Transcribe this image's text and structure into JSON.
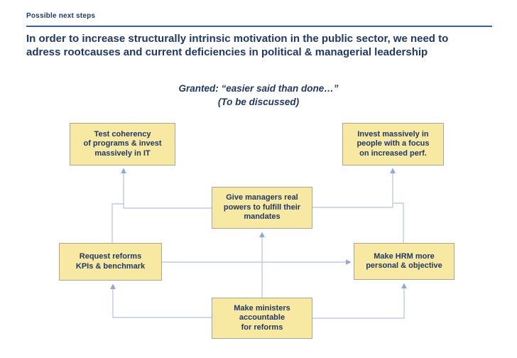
{
  "header": {
    "eyebrow": "Possible next steps"
  },
  "title": {
    "lines": [
      "In order to increase structurally intrinsic motivation in the public sector, we need to",
      "adress rootcauses and current deficiencies in political & managerial leadership"
    ]
  },
  "subtitle": {
    "lines": [
      "Granted: “easier said than done…”",
      "(To be discussed)"
    ]
  },
  "diagram": {
    "boxes": {
      "test_coherency": {
        "lines": [
          "Test coherency",
          "of programs & invest",
          "massively in IT"
        ]
      },
      "invest_people": {
        "lines": [
          "Invest massively in",
          "people with a focus",
          "on increased perf."
        ]
      },
      "give_managers": {
        "lines": [
          "Give managers real",
          "powers to fulfill their",
          "mandates"
        ]
      },
      "request_reforms": {
        "lines": [
          "Request reforms",
          "KPIs & benchmark"
        ]
      },
      "make_hrm": {
        "lines": [
          "Make HRM more",
          "personal & objective"
        ]
      },
      "make_ministers": {
        "lines": [
          "Make ministers",
          "accountable",
          "for reforms"
        ]
      }
    },
    "edges": [
      "give_managers -> test_coherency",
      "request_reforms -> test_coherency",
      "give_managers -> invest_people",
      "make_hrm -> invest_people",
      "request_reforms -> make_hrm",
      "make_ministers -> give_managers",
      "make_ministers -> request_reforms",
      "make_ministers -> make_hrm"
    ]
  },
  "colors": {
    "slide_background": "#ffffff",
    "text_navy": "#1f3866",
    "header_rule_blue": "#3e5ca8",
    "box_fill_yellow": "#f8e9a2",
    "box_border_gray": "#a8a694",
    "connector_blue": "#b3c1e6",
    "arrowhead_blue": "#8fa5db"
  }
}
